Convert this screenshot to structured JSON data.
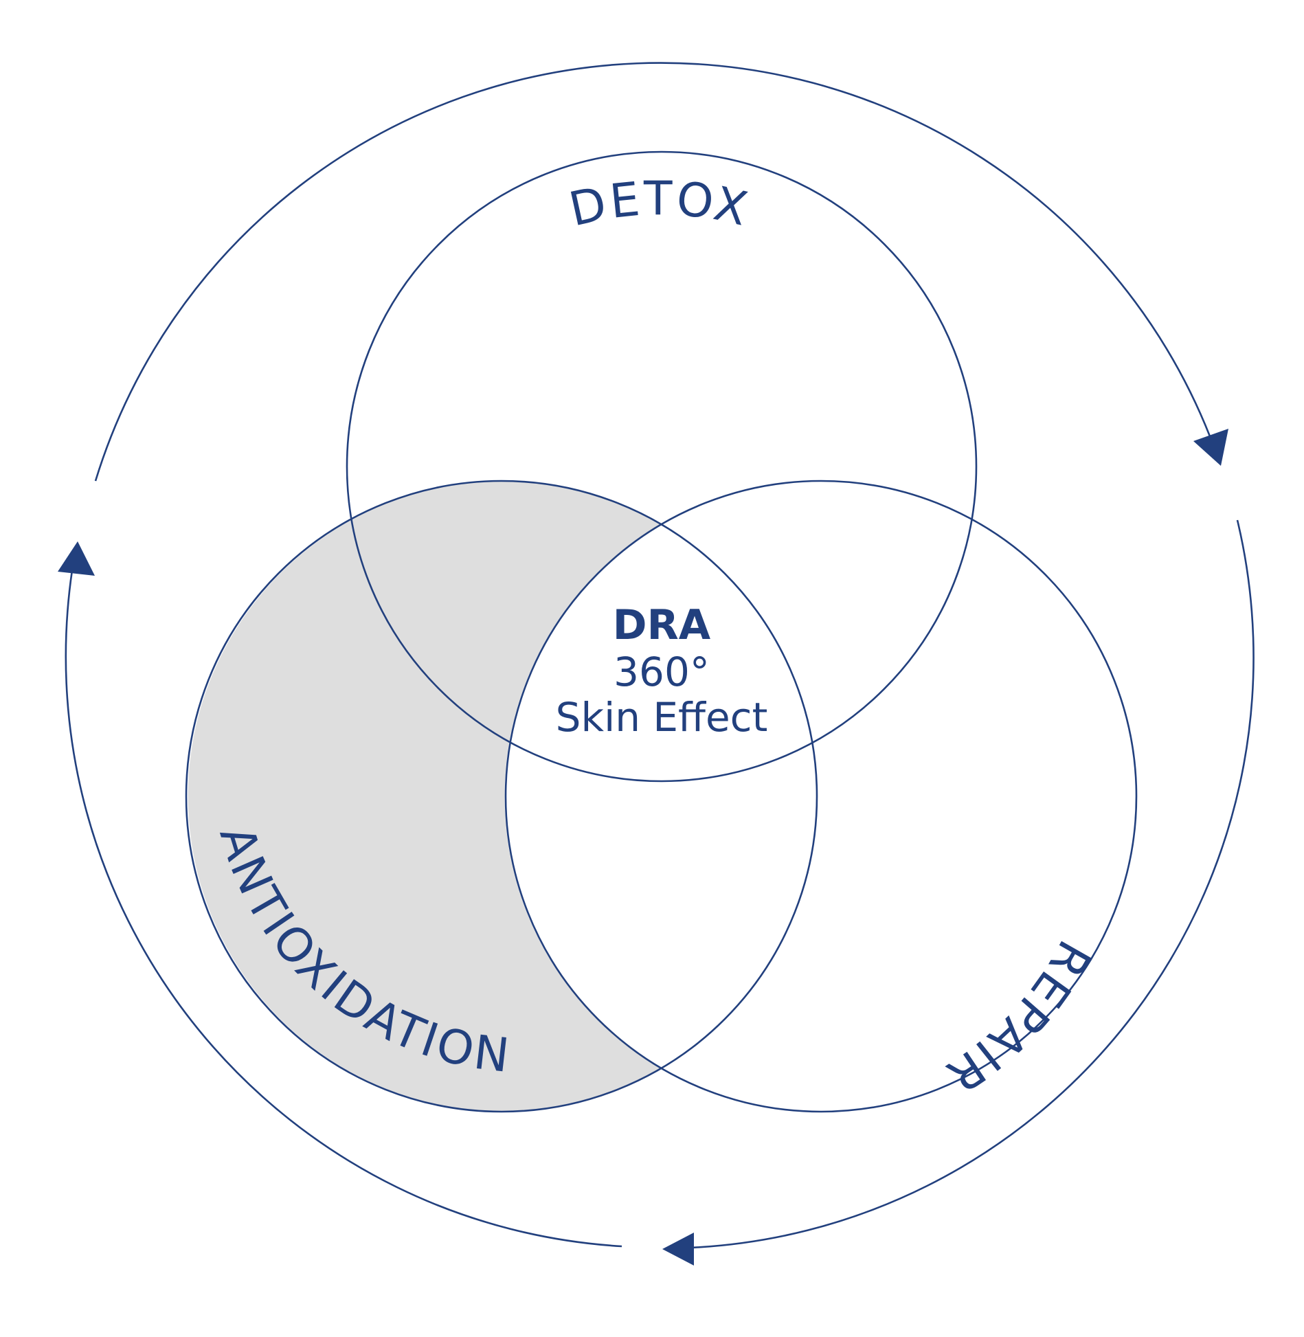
{
  "diagram": {
    "colors": {
      "stroke": "#22407e",
      "highlight_fill": "#dedede",
      "background": "#ffffff"
    },
    "labels": {
      "detox": "DETOX",
      "repair": "REPAIR",
      "antioxidation": "ANTIOXIDATION"
    },
    "center": {
      "line1": "DRA",
      "line2": "360°",
      "line3": "Skin Effect"
    },
    "cycle_direction": "clockwise"
  }
}
